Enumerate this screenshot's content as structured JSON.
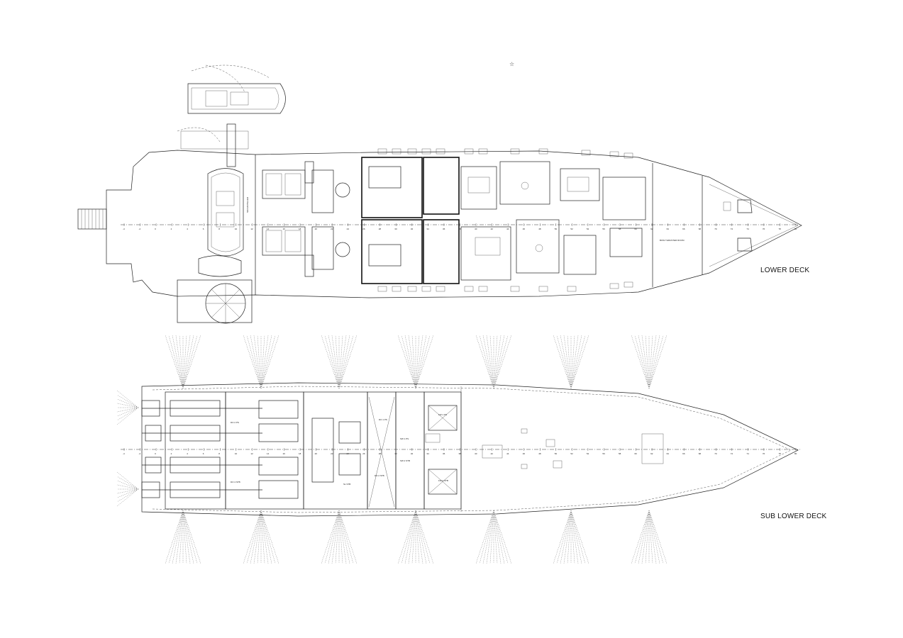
{
  "labels": {
    "lower_deck": "LOWER DECK",
    "sub_lower_deck": "SUB LOWER DECK"
  },
  "lower_deck_frames": [
    "-4",
    "-2",
    "0",
    "2",
    "4",
    "6",
    "8",
    "10",
    "12",
    "14",
    "16",
    "18",
    "20",
    "22",
    "24",
    "26",
    "28",
    "30",
    "32",
    "34",
    "36",
    "38",
    "40",
    "42",
    "44",
    "46",
    "48",
    "50",
    "52",
    "54",
    "56",
    "58",
    "60",
    "62",
    "64",
    "66",
    "68",
    "70",
    "72",
    "74",
    "76",
    "78",
    "80"
  ],
  "sub_deck_frames": [
    "-4",
    "-2",
    "0",
    "2",
    "4",
    "6",
    "8",
    "10",
    "12",
    "14",
    "16",
    "18",
    "20",
    "22",
    "24",
    "26",
    "28",
    "30",
    "32",
    "34",
    "36",
    "38",
    "40",
    "42",
    "44",
    "46",
    "48",
    "50",
    "52",
    "54",
    "56",
    "58",
    "60",
    "62",
    "64",
    "66",
    "68",
    "70",
    "72",
    "74",
    "76",
    "78",
    "80"
  ],
  "lower_deck_rooms": {
    "bow_thruster": "BOW THRUSTER ROOM",
    "nav_mid": "SM DANTELIER"
  },
  "sub_deck_tanks": [
    "DO 1 PS",
    "DO 2 STB",
    "SW 1 PS",
    "SW 2 STB",
    "FW 1 PS",
    "FW 2 STB",
    "DO 2 PS",
    "DO 4 STB",
    "SL STB"
  ],
  "colors": {
    "line": "#222222",
    "background": "#ffffff"
  }
}
